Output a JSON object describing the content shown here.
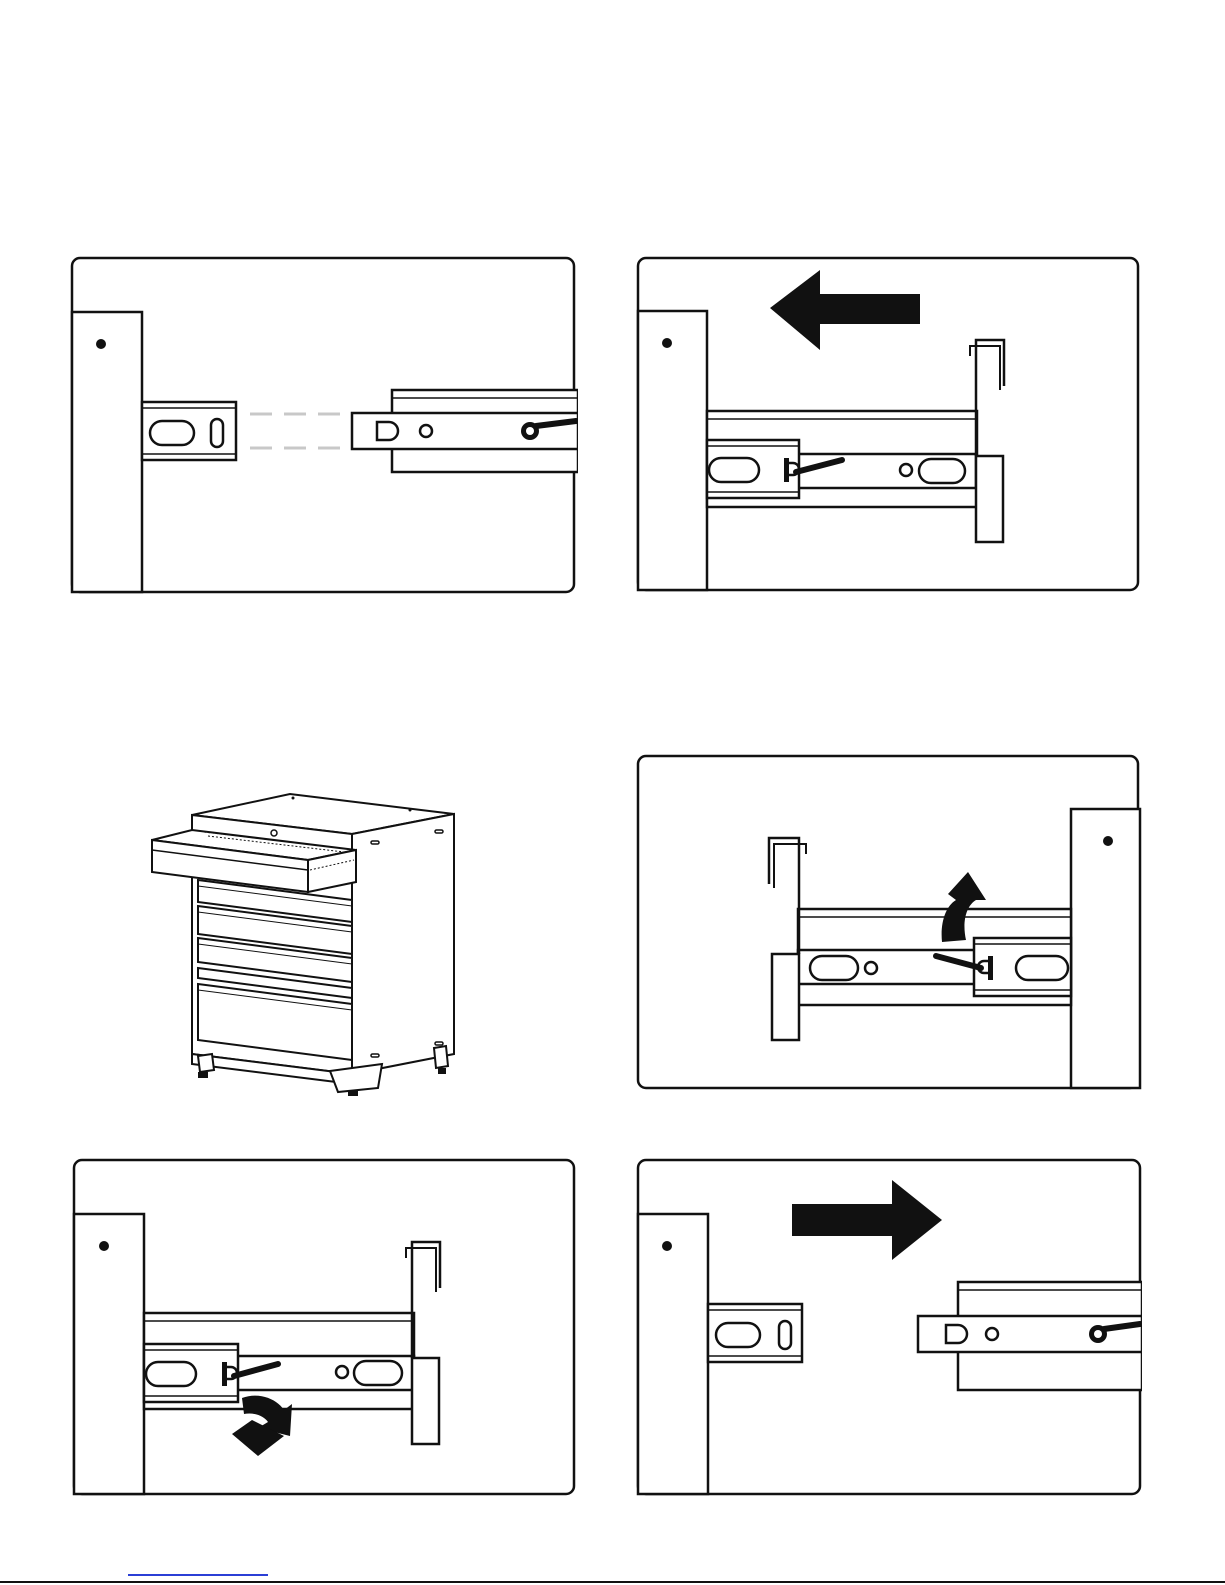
{
  "page": {
    "domain_note": "",
    "colors": {
      "ink": "#111111",
      "paper": "#ffffff",
      "dash": "#c8c8c8",
      "link": "#2b3fd6"
    }
  },
  "panels": [
    {
      "id": "step-1",
      "content": "slide-rails-separated",
      "arrow": "none"
    },
    {
      "id": "step-2",
      "content": "drawer-pulled-out-left",
      "arrow": "left"
    },
    {
      "id": "step-3",
      "content": "cabinet-overview",
      "arrow": "none"
    },
    {
      "id": "step-4",
      "content": "lever-lift",
      "arrow": "up-curved"
    },
    {
      "id": "step-5",
      "content": "lever-press",
      "arrow": "down-curved"
    },
    {
      "id": "step-6",
      "content": "rails-released-right",
      "arrow": "right"
    }
  ],
  "footer": {
    "link_text": ""
  }
}
